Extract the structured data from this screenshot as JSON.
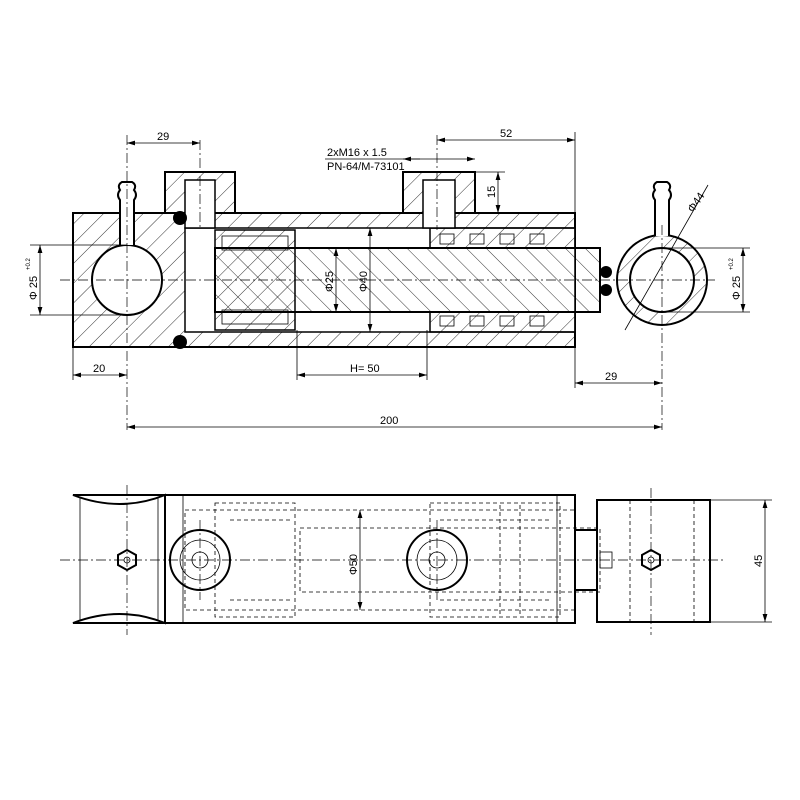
{
  "dimensions": {
    "pin_offset_left": "29",
    "port_offset_right": "52",
    "thread_spec": "2xM16 x 1.5",
    "thread_standard": "PN-64/M-73101",
    "port_depth": "15",
    "eye_outer_diameter": "Φ44",
    "left_bore": "Φ 25",
    "left_bore_tol": "+0.2",
    "right_bore": "Φ 25",
    "right_bore_tol": "+0.2",
    "rod_diameter": "Φ25",
    "piston_diameter": "Φ40",
    "end_length": "20",
    "stroke": "H= 50",
    "eye_offset_right": "29",
    "pin_center_distance": "200",
    "body_diameter": "Φ50",
    "eye_width": "45"
  }
}
